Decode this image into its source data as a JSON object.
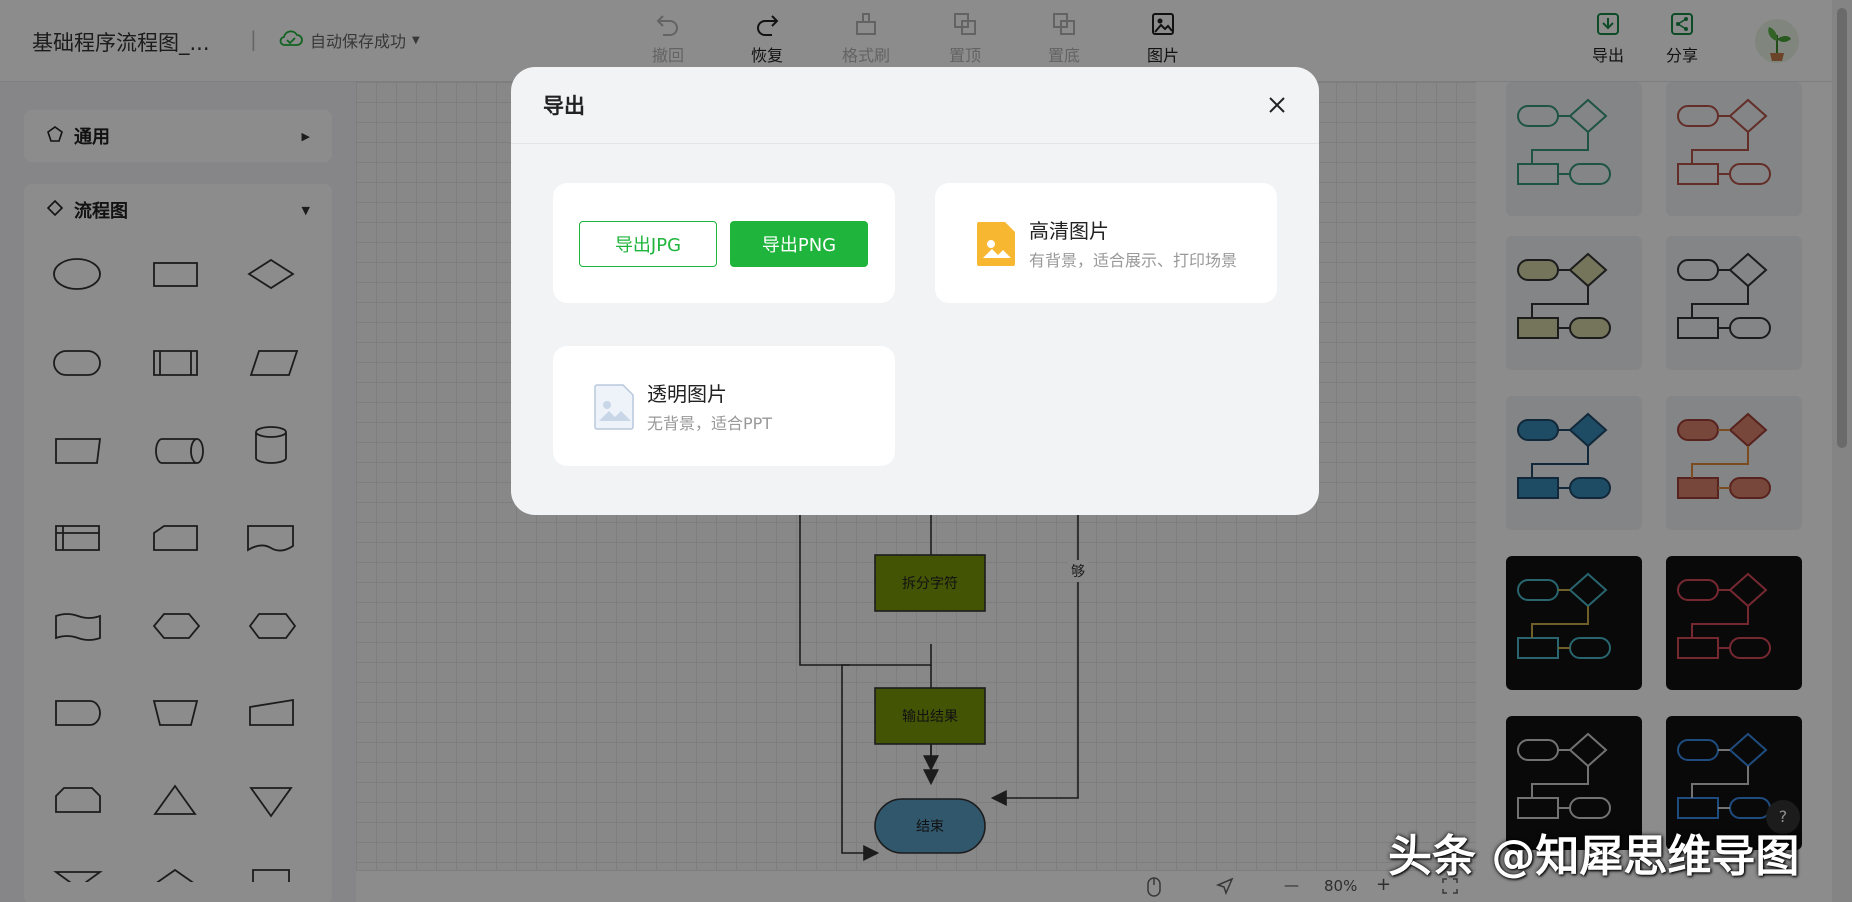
{
  "header": {
    "doc_title": "基础程序流程图_...",
    "separator": "|",
    "save_status": "自动保存成功",
    "tools": {
      "undo": "撤回",
      "redo": "恢复",
      "format_brush": "格式刷",
      "bring_top": "置顶",
      "send_bottom": "置底",
      "image": "图片",
      "export": "导出",
      "share": "分享"
    }
  },
  "sidebar": {
    "general_label": "通用",
    "flowchart_label": "流程图"
  },
  "canvas": {
    "nodes": {
      "split": "拆分字符",
      "output": "输出结果",
      "end": "结束"
    },
    "edge_label": "够"
  },
  "bottombar": {
    "zoom": "80%",
    "zoom_out": "—",
    "zoom_in": "+"
  },
  "modal": {
    "title": "导出",
    "export_jpg": "导出JPG",
    "export_png": "导出PNG",
    "hd_title": "高清图片",
    "hd_desc": "有背景，适合展示、打印场景",
    "trans_title": "透明图片",
    "trans_desc": "无背景，适合PPT"
  },
  "help_label": "?",
  "watermark": "头条 @知犀思维导图",
  "colors": {
    "accent_green": "#1fb43b",
    "node_fill": "#7a9a0a",
    "end_node": "#5a9fc6"
  }
}
